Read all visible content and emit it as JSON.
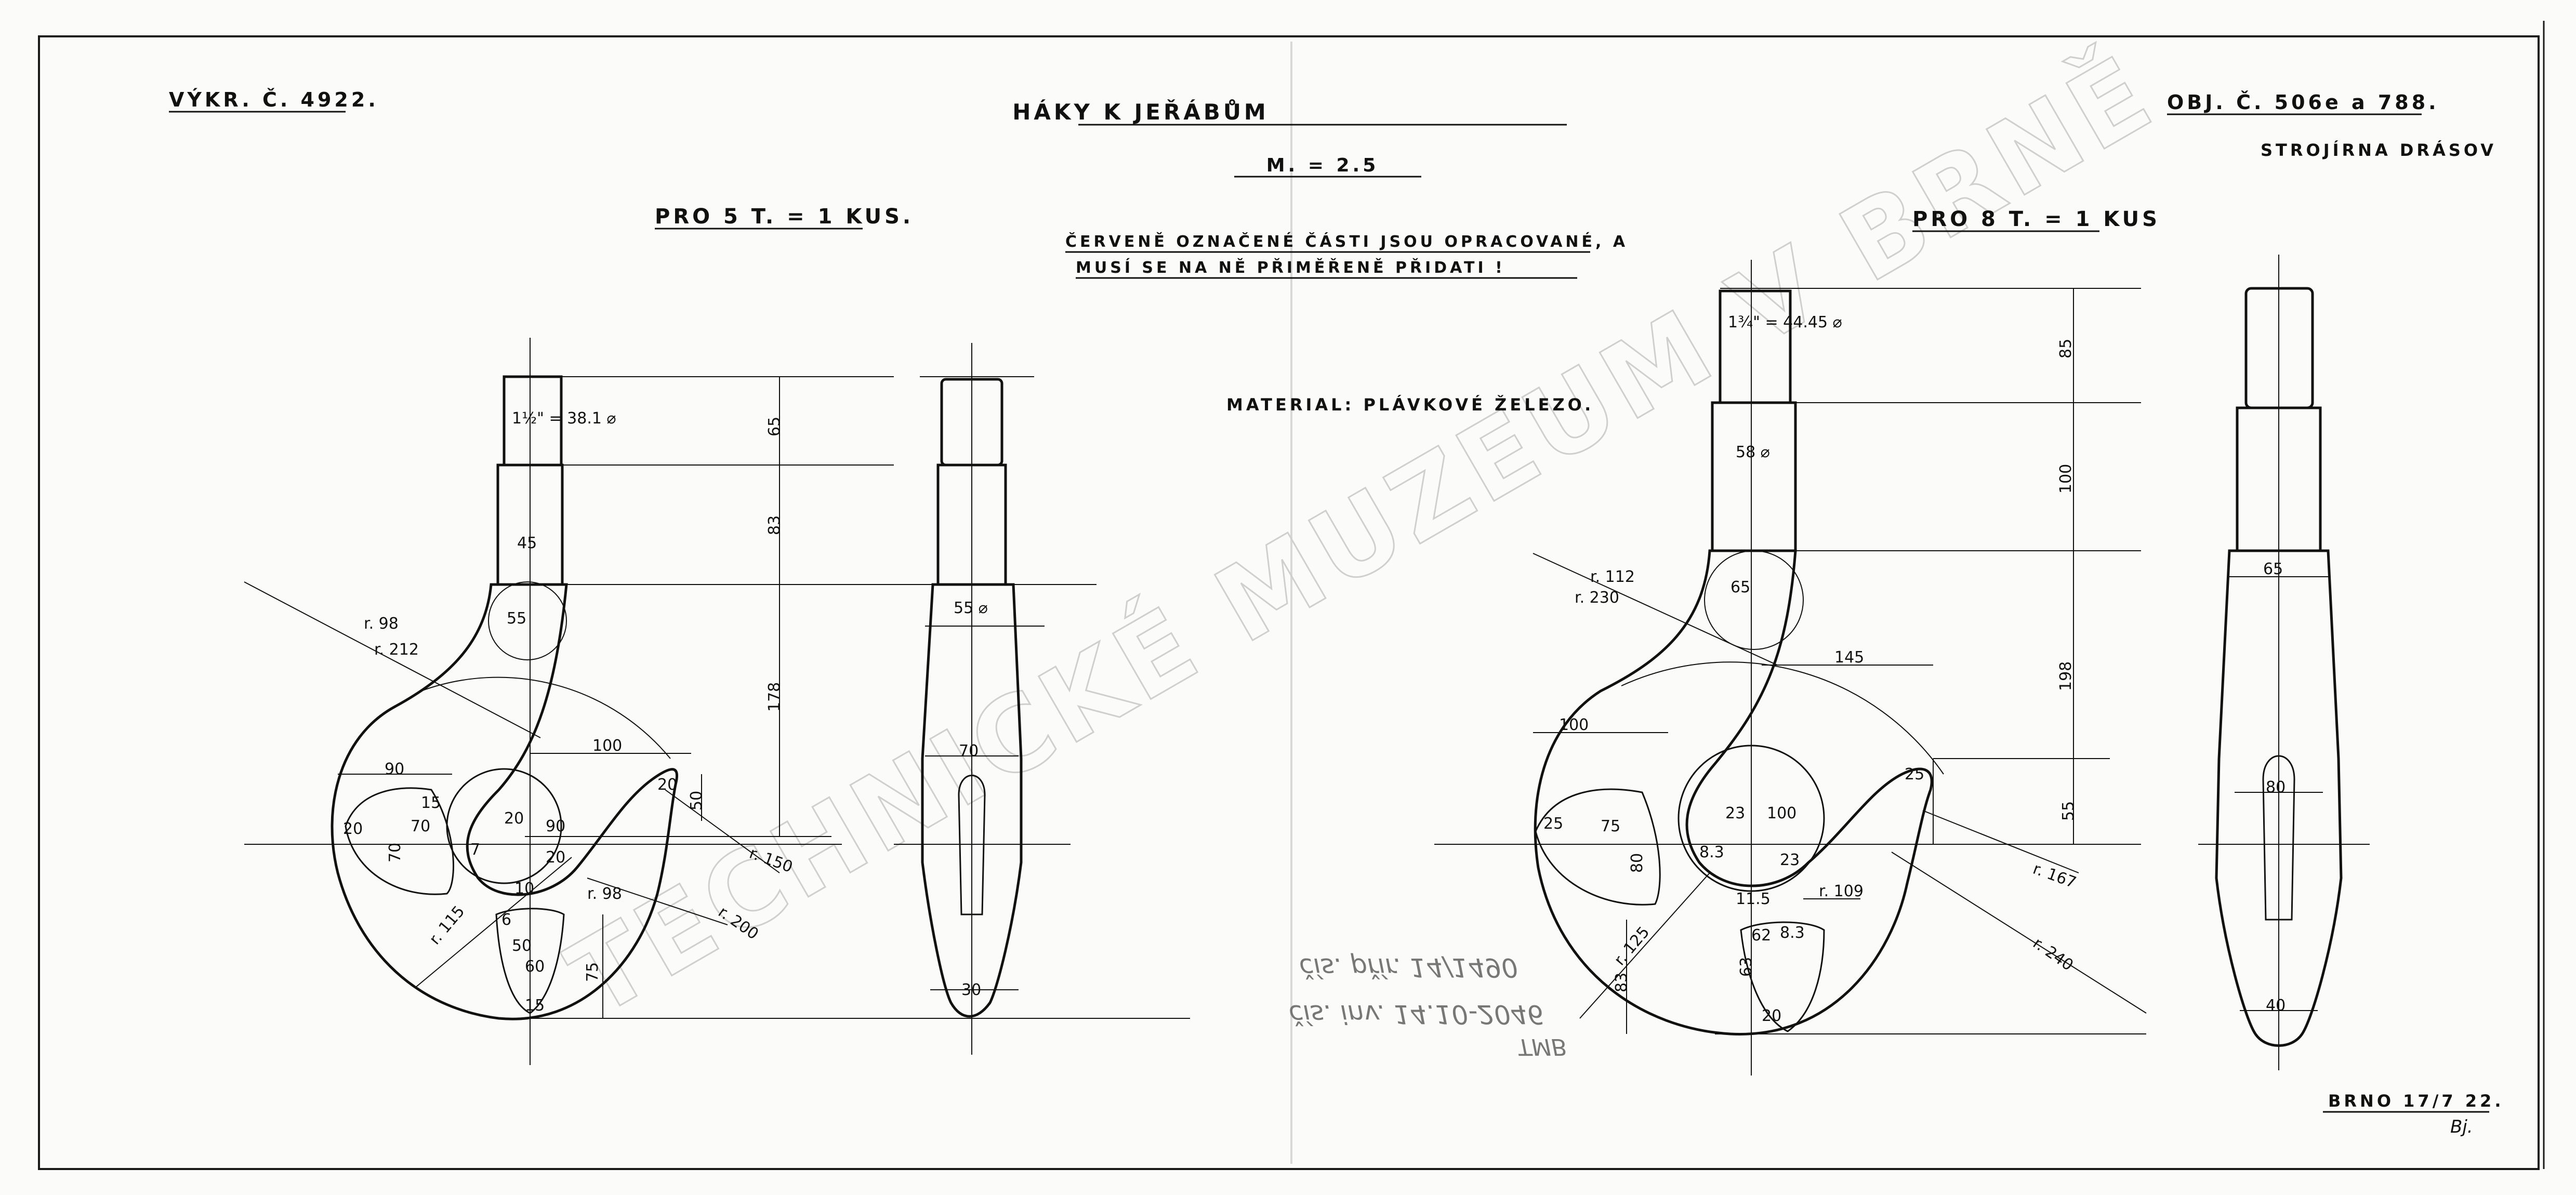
{
  "drawing_no": "VÝKR. Č. 4922.",
  "title": "HÁKY K JEŘÁBŮM",
  "scale": "M. = 2.5",
  "order_no": "OBJ. Č. 506e a 788.",
  "workshop": "STROJÍRNA DRÁSOV",
  "note_line1": "ČERVENĚ OZNAČENÉ ČÁSTI JSOU OPRACOVANÉ, A",
  "note_line2": "MUSÍ SE NA NĚ PŘIMĚŘENĚ PŘIDATI !",
  "material": "MATERIAL: PLÁVKOVÉ ŽELEZO.",
  "place_date": "BRNO 17/7 22.",
  "initials": "Bj.",
  "watermark": "TECHNICKÉ MUZEUM V BRNĚ",
  "stamp": {
    "line1": "TMB",
    "line2": "čís. inv. 14.10-2046",
    "line3": "čís. přír. 14/1490"
  },
  "hook_left": {
    "heading": "PRO 5 T. = 1 KUS.",
    "dims": {
      "shank_dia": "1½\" = 38.1 ⌀",
      "h65": "65",
      "h83": "83",
      "h178": "178",
      "w45": "45",
      "c55": "55",
      "r98": "r. 98",
      "r212": "r. 212",
      "w90": "90",
      "r15": "15",
      "a70": "70",
      "d20a": "20",
      "v70": "70",
      "n7": "7",
      "n20": "20",
      "n90": "90",
      "n20b": "20",
      "n10": "10",
      "w100": "100",
      "r20": "20",
      "v50": "50",
      "r150": "r. 150",
      "r98b": "r. 98",
      "r200": "r. 200",
      "r115": "r. 115",
      "n6": "6",
      "b50": "50",
      "b60": "60",
      "b15": "15",
      "v75": "75",
      "side55": "55 ⌀",
      "side70": "70",
      "side30": "30"
    }
  },
  "hook_right": {
    "heading": "PRO 8 T. = 1 KUS",
    "dims": {
      "shank_dia": "1¾\" = 44.45 ⌀",
      "h85": "85",
      "h100": "100",
      "h198": "198",
      "h55": "55",
      "w58": "58 ⌀",
      "c65": "65",
      "r112": "r. 112",
      "r230": "r. 230",
      "w145": "145",
      "w100": "100",
      "n25": "25",
      "n75": "75",
      "n80": "80",
      "n83": "8.3",
      "n23": "23",
      "n100": "100",
      "n23b": "23",
      "n115": "11.5",
      "r109": "r. 109",
      "r25": "25",
      "r167": "r. 167",
      "r240": "r. 240",
      "r125": "r. 125",
      "v83": "83",
      "b63": "63",
      "b62": "62",
      "b8": "8.3",
      "b20": "20",
      "side65": "65",
      "side80": "80",
      "side40": "40"
    }
  }
}
